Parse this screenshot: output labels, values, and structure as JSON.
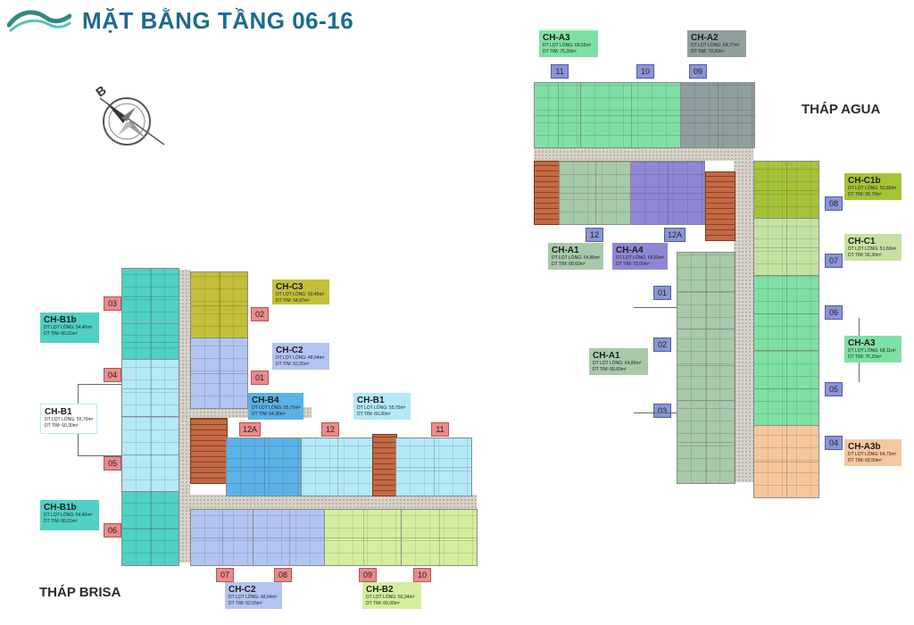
{
  "header": {
    "title": "MẶT BẰNG TẦNG 06-16"
  },
  "towers": {
    "brisa": "THÁP BRISA",
    "agua": "THÁP AGUA"
  },
  "compass": {
    "letter": "B"
  },
  "colors": {
    "title": "#1d6b8e",
    "teal": "#4fd1c4",
    "light_cyan": "#b4e9f7",
    "yellow": "#c2c03a",
    "periwinkle": "#b3c4f2",
    "blue": "#5bb2e6",
    "lime": "#d3ef9e",
    "mint": "#7fe0a4",
    "slate": "#8e9f9d",
    "sage": "#a8c9aa",
    "purple": "#8f86d6",
    "olive": "#a5c338",
    "light_green": "#c5e2a3",
    "peach": "#f6c79c",
    "stair": "#c46a45"
  },
  "brisa_numbers": [
    "01",
    "02",
    "03",
    "04",
    "05",
    "06",
    "07",
    "08",
    "09",
    "10",
    "11",
    "12",
    "12A"
  ],
  "agua_numbers": [
    "01",
    "02",
    "03",
    "04",
    "05",
    "06",
    "07",
    "08",
    "09",
    "10",
    "11",
    "12",
    "12A"
  ],
  "labels": {
    "brisa": [
      {
        "name": "CH-B1b",
        "l1": "DT LỌT LÒNG: 54,40m²",
        "l2": "DT TIM: 60,01m²"
      },
      {
        "name": "CH-B1",
        "l1": "DT LỌT LÒNG: 55,70m²",
        "l2": "DT TIM: 60,30m²"
      },
      {
        "name": "CH-B1b",
        "l1": "DT LỌT LÒNG: 54,40m²",
        "l2": "DT TIM: 60,01m²"
      },
      {
        "name": "CH-C3",
        "l1": "DT LỌT LÒNG: 50,40m²",
        "l2": "DT TIM: 54,97m²"
      },
      {
        "name": "CH-C2",
        "l1": "DT LỌT LÒNG: 48,04m²",
        "l2": "DT TIM: 52,55m²"
      },
      {
        "name": "CH-B4",
        "l1": "DT LỌT LÒNG: 55,70m²",
        "l2": "DT TIM: 64,30m²"
      },
      {
        "name": "CH-B1",
        "l1": "DT LỌT LÒNG: 55,70m²",
        "l2": "DT TIM: 60,30m²"
      },
      {
        "name": "CH-C2",
        "l1": "DT LỌT LÒNG: 48,04m²",
        "l2": "DT TIM: 52,55m²"
      },
      {
        "name": "CH-B2",
        "l1": "DT LỌT LÒNG: 60,34m²",
        "l2": "DT TIM: 66,00m²"
      }
    ],
    "agua": [
      {
        "name": "CH-A3",
        "l1": "DT LỌT LÒNG: 68,53m²",
        "l2": "DT TIM: 75,20m²"
      },
      {
        "name": "CH-A2",
        "l1": "DT LỌT LÒNG: 64,77m²",
        "l2": "DT TIM: 70,20m²"
      },
      {
        "name": "CH-C1b",
        "l1": "DT LỌT LÒNG: 50,60m²",
        "l2": "DT TIM: 55,70m²"
      },
      {
        "name": "CH-C1",
        "l1": "DT LỌT LÒNG: 51,60m²",
        "l2": "DT TIM: 56,30m²"
      },
      {
        "name": "CH-A1",
        "l1": "DT LỌT LÒNG: 64,80m²",
        "l2": "DT TIM: 68,60m²"
      },
      {
        "name": "CH-A4",
        "l1": "DT LỌT LÒNG: 66,60m²",
        "l2": "DT TIM: 70,00m²"
      },
      {
        "name": "CH-A1",
        "l1": "DT LỌT LÒNG: 64,80m²",
        "l2": "DT TIM: 68,60m²"
      },
      {
        "name": "CH-A3",
        "l1": "DT LỌT LÒNG: 68,11m²",
        "l2": "DT TIM: 75,20m²"
      },
      {
        "name": "CH-A3b",
        "l1": "DT LỌT LÒNG: 64,73m²",
        "l2": "DT TIM: 69,50m²"
      }
    ]
  }
}
